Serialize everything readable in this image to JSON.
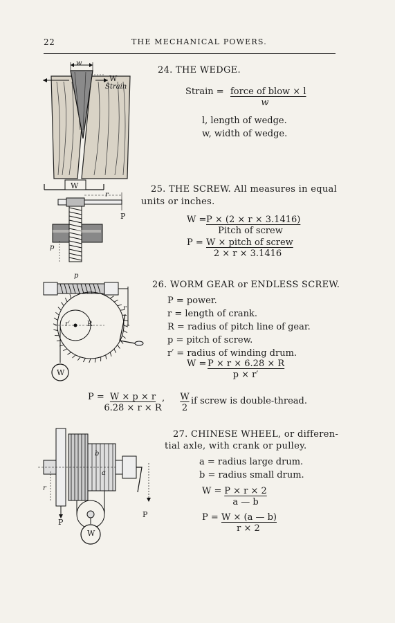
{
  "header": {
    "page_number": "22",
    "running_title": "THE MECHANICAL POWERS."
  },
  "wedge": {
    "heading": "24. THE WEDGE.",
    "formula_lhs": "Strain =",
    "formula_num": "force of blow × l",
    "formula_den": "w",
    "defs": [
      "l, length of wedge.",
      "w, width of wedge."
    ],
    "fig_labels": {
      "w": "w",
      "W": "W",
      "strain": "Strain"
    }
  },
  "screw": {
    "heading": "25. THE SCREW.  All measures in equal",
    "heading_cont": "units or inches.",
    "f1_lhs": "W =",
    "f1_num": "P × (2 × r × 3.1416)",
    "f1_den": "Pitch of screw",
    "f2_lhs": "P =",
    "f2_num": "W × pitch of screw",
    "f2_den": "2 × r × 3.1416",
    "fig_labels": {
      "W": "W",
      "r": "r",
      "P": "P",
      "p": "p"
    }
  },
  "worm": {
    "heading": "26. WORM GEAR or ENDLESS SCREW.",
    "defs": [
      "P = power.",
      "r = length of crank.",
      "R = radius of pitch line of gear.",
      "p = pitch of screw.",
      "r′ = radius of winding drum."
    ],
    "f1_lhs": "W =",
    "f1_num": "P × r × 6.28 × R",
    "f1_den": "p × r′",
    "f2_lhs": "P =",
    "f2_num": "W × p × r",
    "f2_den": "6.28 × r × R",
    "f2_sep": ",",
    "f3_num": "W",
    "f3_den": "2",
    "f3_tail": "if screw is double-thread.",
    "fig_labels": {
      "p": "p",
      "r_prime": "r′",
      "R": "R",
      "r": "r",
      "W": "W"
    }
  },
  "chinese": {
    "heading": "27. CHINESE WHEEL, or differen-",
    "heading_cont": "tial axle, with crank or pulley.",
    "defs": [
      "a = radius large drum.",
      "b = radius small drum."
    ],
    "f1_lhs": "W =",
    "f1_num": "P × r × 2",
    "f1_den": "a — b",
    "f2_lhs": "P =",
    "f2_num": "W × (a — b)",
    "f2_den": "r × 2",
    "fig_labels": {
      "b": "b",
      "a": "a",
      "r": "r",
      "P_left": "P",
      "P_right": "P",
      "W": "W"
    }
  }
}
